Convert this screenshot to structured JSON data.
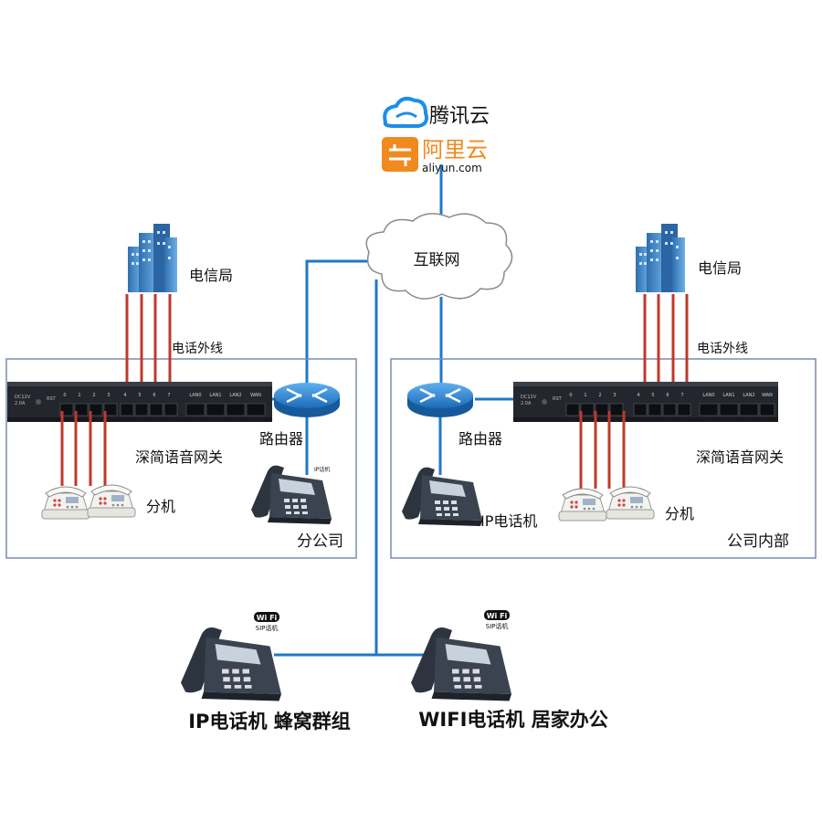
{
  "cloud_providers": {
    "tencent": "腾讯云",
    "aliyun_name": "阿里云",
    "aliyun_domain": "aliyun.com"
  },
  "internet_label": "互联网",
  "left_site": {
    "telecom": "电信局",
    "trunk_label": "电话外线",
    "gateway_label": "深简语音网关",
    "router_label": "路由器",
    "extension_label": "分机",
    "site_label": "分公司",
    "ip_phone_badge": "IP话机",
    "port_numbers": [
      "0",
      "1",
      "2",
      "3",
      "4",
      "5",
      "6",
      "7"
    ],
    "panel_text": [
      "DC12V",
      "2.0A",
      "RST",
      "LAN0",
      "LAN1",
      "LAN2",
      "WAN"
    ]
  },
  "right_site": {
    "telecom": "电信局",
    "trunk_label": "电话外线",
    "gateway_label": "深简语音网关",
    "router_label": "路由器",
    "ip_phone_label": "IP电话机",
    "extension_label": "分机",
    "site_label": "公司内部",
    "port_numbers": [
      "0",
      "1",
      "2",
      "3",
      "4",
      "5",
      "6",
      "7"
    ],
    "panel_text": [
      "DC12V",
      "2.0A",
      "RST",
      "LAN0",
      "LAN1",
      "LAN2",
      "WAN"
    ]
  },
  "bottom": {
    "ip_phone_group": "IP电话机 蜂窝群组",
    "wifi_phone_home": "WIFI电话机 居家办公",
    "wifi_badge_text": "Wi Fi",
    "sip_badge_text": "SIP话机"
  },
  "colors": {
    "network_line": "#1f78c8",
    "trunk_line": "#c0392b",
    "site_border": "#7d8ab0",
    "gateway_body": "#2b2f36",
    "router": "#2a7fd0",
    "building": "#3d83c9",
    "tencent_blue": "#1d8ee6",
    "aliyun_orange": "#f08a1f"
  },
  "icons": [
    "building-icon",
    "router-icon",
    "gateway-device-icon",
    "analog-phone-icon",
    "ip-phone-icon",
    "cloud-icon"
  ]
}
